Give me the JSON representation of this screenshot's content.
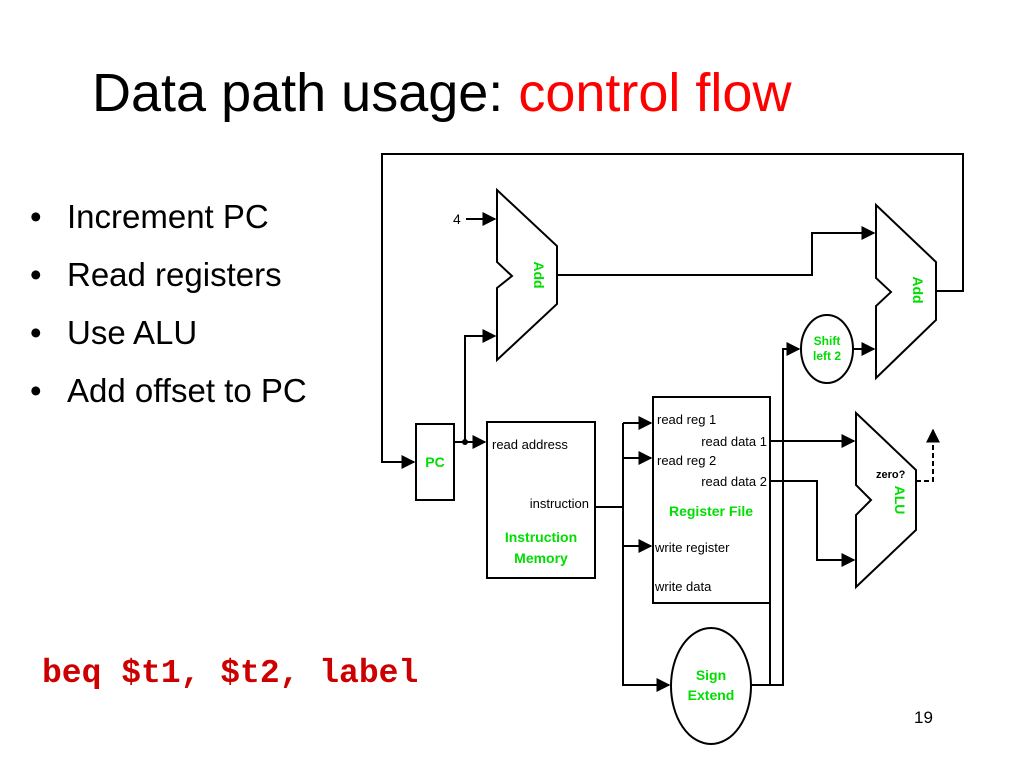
{
  "title": {
    "main": "Data path usage:",
    "accent": "control flow"
  },
  "bullets": [
    "Increment PC",
    "Read registers",
    "Use ALU",
    "Add offset to PC"
  ],
  "instruction": "beq $t1, $t2, label",
  "page_number": "19",
  "diagram": {
    "constant_four": "4",
    "adder_label": "Add",
    "branch_adder_label": "Add",
    "pc_label": "PC",
    "instruction_memory": {
      "name_line1": "Instruction",
      "name_line2": "Memory",
      "read_address": "read address",
      "instruction_out": "instruction"
    },
    "register_file": {
      "name": "Register File",
      "read_reg_1": "read reg 1",
      "read_reg_2": "read reg 2",
      "read_data_1": "read data 1",
      "read_data_2": "read data 2",
      "write_register": "write register",
      "write_data": "write data"
    },
    "alu": {
      "name": "ALU",
      "zero": "zero?"
    },
    "shift_left": {
      "line1": "Shift",
      "line2": "left 2"
    },
    "sign_extend": {
      "line1": "Sign",
      "line2": "Extend"
    },
    "colors": {
      "component_label": "#00dd00",
      "accent": "#ff0000",
      "code": "#cc0000"
    }
  }
}
